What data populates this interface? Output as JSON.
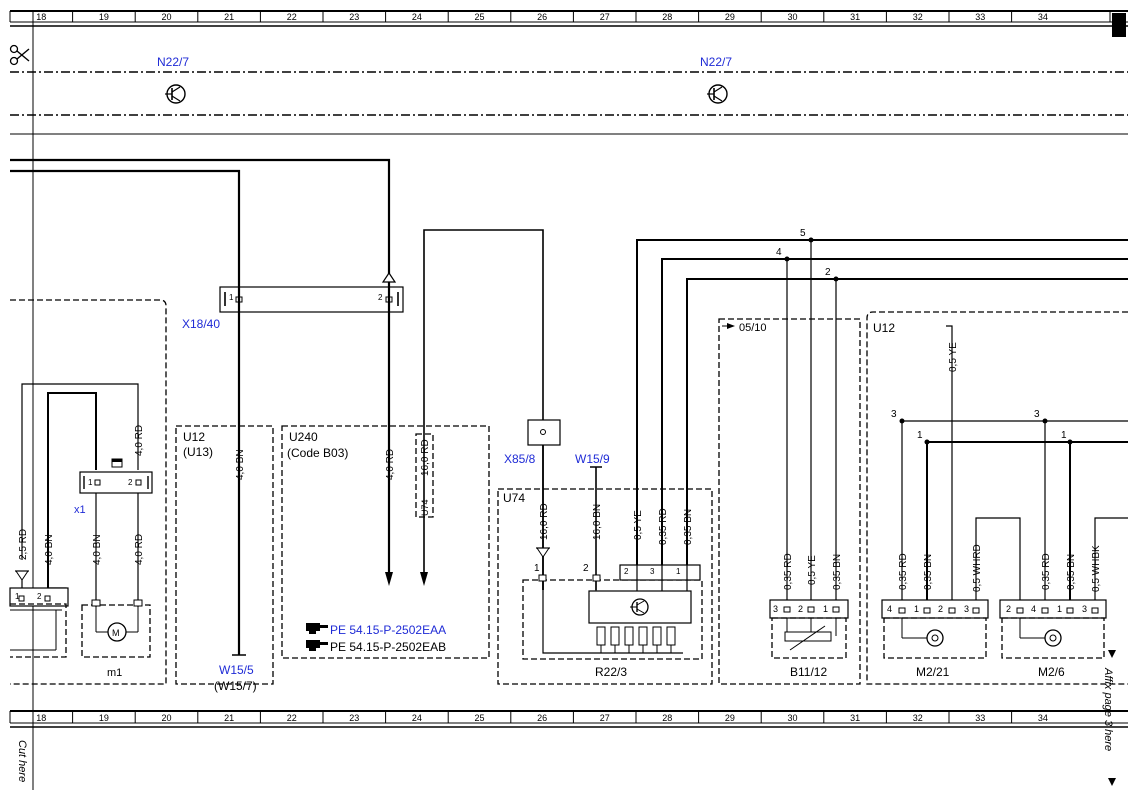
{
  "grid_numbers": [
    "18",
    "19",
    "20",
    "21",
    "22",
    "23",
    "24",
    "25",
    "26",
    "27",
    "28",
    "29",
    "30",
    "31",
    "32",
    "33",
    "34"
  ],
  "top_refs": {
    "left": "N22/7",
    "right": "N22/7"
  },
  "connectors": {
    "x18": "X18/40",
    "x85": "X85/8",
    "w15_9": "W15/9",
    "w15_5": "W15/5",
    "w15_7": "(W15/7)",
    "x1": "x1",
    "pin1": "1",
    "pin2": "2",
    "pin3": "3",
    "pin4": "4",
    "pin5": "5"
  },
  "boxes": {
    "u12_small": "U12",
    "u13": "(U13)",
    "u240": "U240",
    "code_b03": "(Code B03)",
    "u74_title": "U74",
    "u74_inner": "U74",
    "u12_right": "U12",
    "ref_0510": "05/10"
  },
  "components": {
    "m1": "m1",
    "r22_3": "R22/3",
    "b11_12": "B11/12",
    "m2_21": "M2/21",
    "m2_6": "M2/6"
  },
  "wires": {
    "rd25": "2,5 RD",
    "bn40a": "4,0 BN",
    "bn40b": "4,0 BN",
    "rd40a": "4,0 RD",
    "rd40b": "4,0 RD",
    "bn40_u12": "4,0 BN",
    "rd40_u240": "4,0 RD",
    "rd160_u240": "16,0 RD",
    "rd160": "16,0 RD",
    "bn160": "16,0 BN",
    "ye05a": "0,5 YE",
    "rd035a": "0,35 RD",
    "bn035a": "0,35 BN",
    "rd035b": "0,35 RD",
    "ye05b": "0,5 YE",
    "bn035b": "0,35 BN",
    "rd035c": "0,35 RD",
    "bn035c": "0,35 BN",
    "whrd": "0,5 WHRD",
    "rd035d": "0,35 RD",
    "bn035d": "0,35 BN",
    "whbk": "0,5 WHBK",
    "ye05_top": "0,5 YE"
  },
  "notes": {
    "pe1": "PE 54.15-P-2502EAA",
    "pe2": "PE 54.15-P-2502EAB"
  },
  "margin": {
    "cut_here": "Cut here",
    "affix": "Affix page 3 here"
  }
}
